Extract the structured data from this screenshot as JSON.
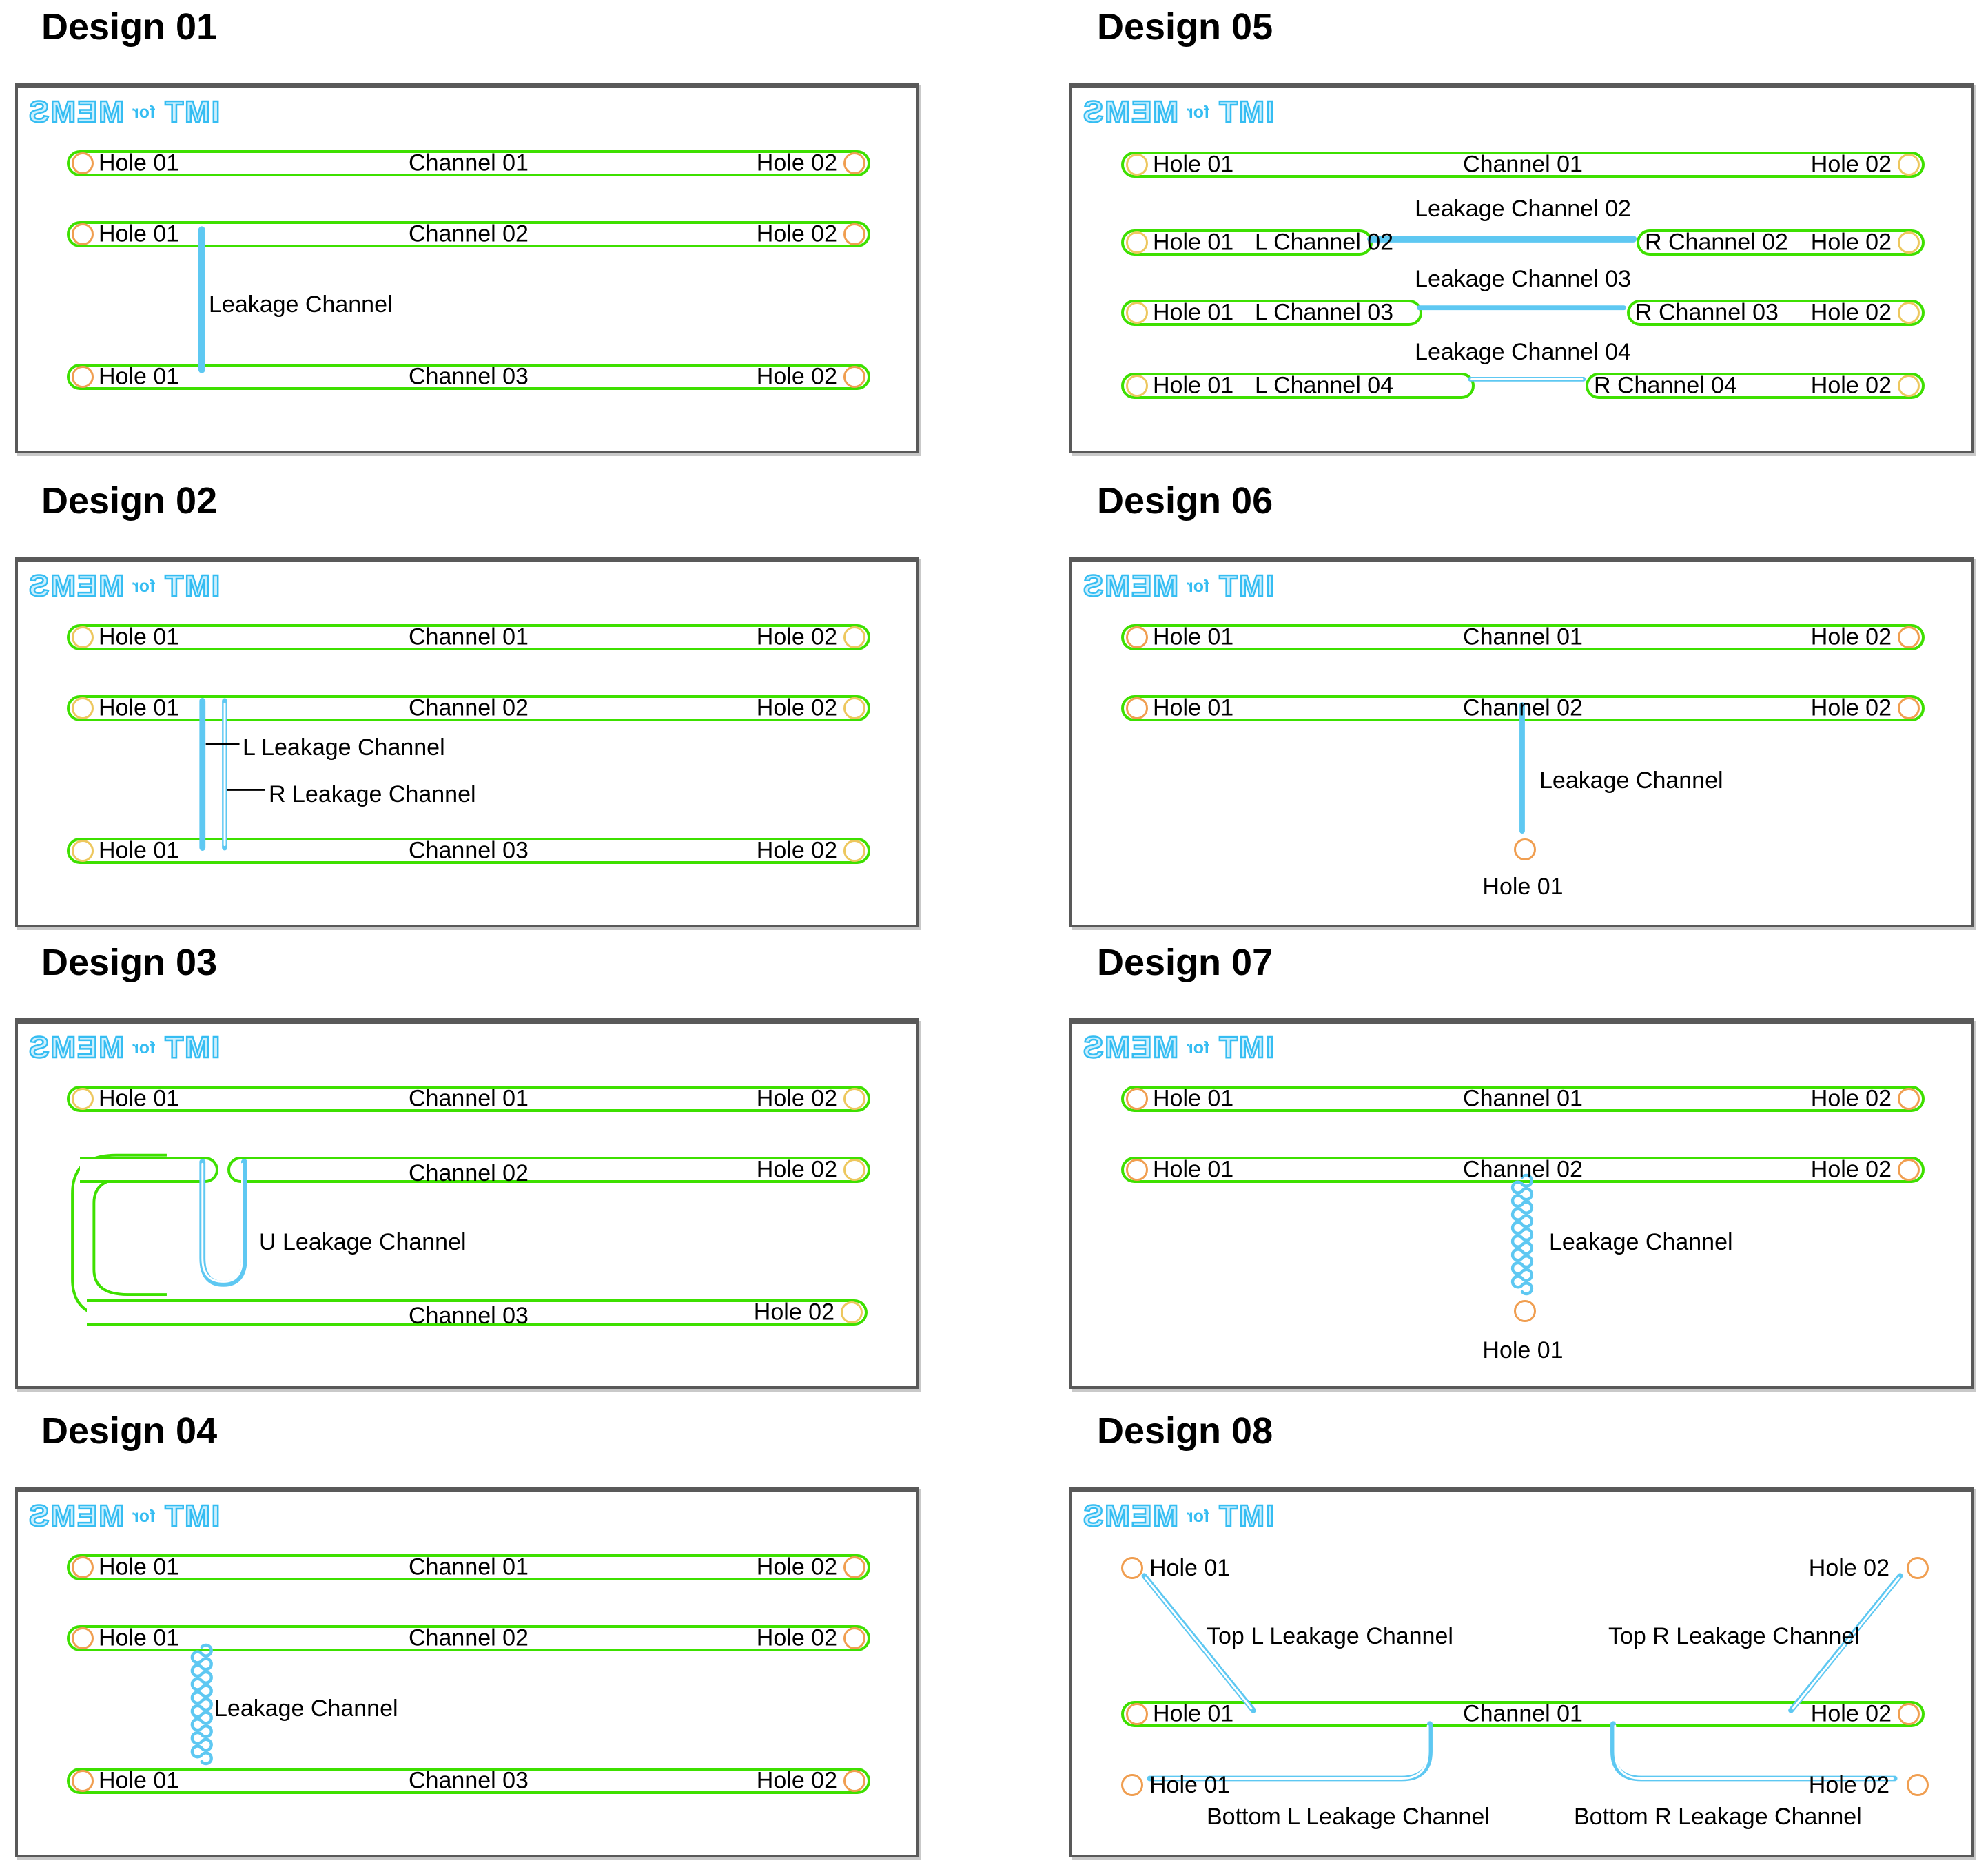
{
  "palette": {
    "channel_green": "#3ee000",
    "leak_blue": "#5ec8f2",
    "logo_cyan": "#35bdf2",
    "hole_orange": "#f09e50",
    "hole_gold": "#edc75e",
    "box_border_gray": "#595959",
    "text_black": "#000000"
  },
  "logo": {
    "imt": "IMT",
    "for_word": "for",
    "mems": "MEMS"
  },
  "panels": [
    {
      "title": "Design 01",
      "channels": [
        {
          "left": "Hole 01",
          "center": "Channel 01",
          "right": "Hole 02"
        },
        {
          "left": "Hole 01",
          "center": "Channel 02",
          "right": "Hole 02"
        },
        {
          "left": "Hole 01",
          "center": "Channel 03",
          "right": "Hole 02"
        }
      ],
      "leak": "Leakage Channel"
    },
    {
      "title": "Design 02",
      "channels": [
        {
          "left": "Hole 01",
          "center": "Channel 01",
          "right": "Hole 02"
        },
        {
          "left": "Hole 01",
          "center": "Channel 02",
          "right": "Hole 02"
        },
        {
          "left": "Hole 01",
          "center": "Channel 03",
          "right": "Hole 02"
        }
      ],
      "leak_l": "L Leakage Channel",
      "leak_r": "R Leakage Channel"
    },
    {
      "title": "Design 03",
      "channels": [
        {
          "left": "Hole 01",
          "center": "Channel 01",
          "right": "Hole 02"
        },
        {
          "center": "Channel 02",
          "right": "Hole 02"
        },
        {
          "center": "Channel 03",
          "right": "Hole 02"
        }
      ],
      "leak": "U Leakage Channel"
    },
    {
      "title": "Design 04",
      "channels": [
        {
          "left": "Hole 01",
          "center": "Channel 01",
          "right": "Hole 02"
        },
        {
          "left": "Hole 01",
          "center": "Channel 02",
          "right": "Hole 02"
        },
        {
          "left": "Hole 01",
          "center": "Channel 03",
          "right": "Hole 02"
        }
      ],
      "leak": "Leakage Channel"
    },
    {
      "title": "Design 05",
      "channel1": {
        "left": "Hole 01",
        "center": "Channel 01",
        "right": "Hole 02"
      },
      "rows": [
        {
          "hole1": "Hole 01",
          "left": "L Channel 02",
          "right": "R Channel 02",
          "hole2": "Hole 02",
          "leak": "Leakage Channel 02"
        },
        {
          "hole1": "Hole 01",
          "left": "L Channel 03",
          "right": "R Channel 03",
          "hole2": "Hole 02",
          "leak": "Leakage Channel 03"
        },
        {
          "hole1": "Hole 01",
          "left": "L Channel 04",
          "right": "R Channel 04",
          "hole2": "Hole 02",
          "leak": "Leakage Channel 04"
        }
      ]
    },
    {
      "title": "Design 06",
      "channels": [
        {
          "left": "Hole 01",
          "center": "Channel 01",
          "right": "Hole 02"
        },
        {
          "left": "Hole 01",
          "center": "Channel 02",
          "right": "Hole 02"
        }
      ],
      "leak": "Leakage Channel",
      "hole": "Hole 01"
    },
    {
      "title": "Design 07",
      "channels": [
        {
          "left": "Hole 01",
          "center": "Channel 01",
          "right": "Hole 02"
        },
        {
          "left": "Hole 01",
          "center": "Channel 02",
          "right": "Hole 02"
        }
      ],
      "leak": "Leakage Channel",
      "hole": "Hole 01"
    },
    {
      "title": "Design 08",
      "channel": {
        "left": "Hole 01",
        "center": "Channel 01",
        "right": "Hole 02"
      },
      "top_hole_l": "Hole 01",
      "top_hole_r": "Hole 02",
      "bottom_hole_l": "Hole 01",
      "bottom_hole_r": "Hole 02",
      "top_l": "Top L Leakage Channel",
      "top_r": "Top R Leakage Channel",
      "bottom_l": "Bottom L Leakage Channel",
      "bottom_r": "Bottom R Leakage Channel"
    }
  ]
}
